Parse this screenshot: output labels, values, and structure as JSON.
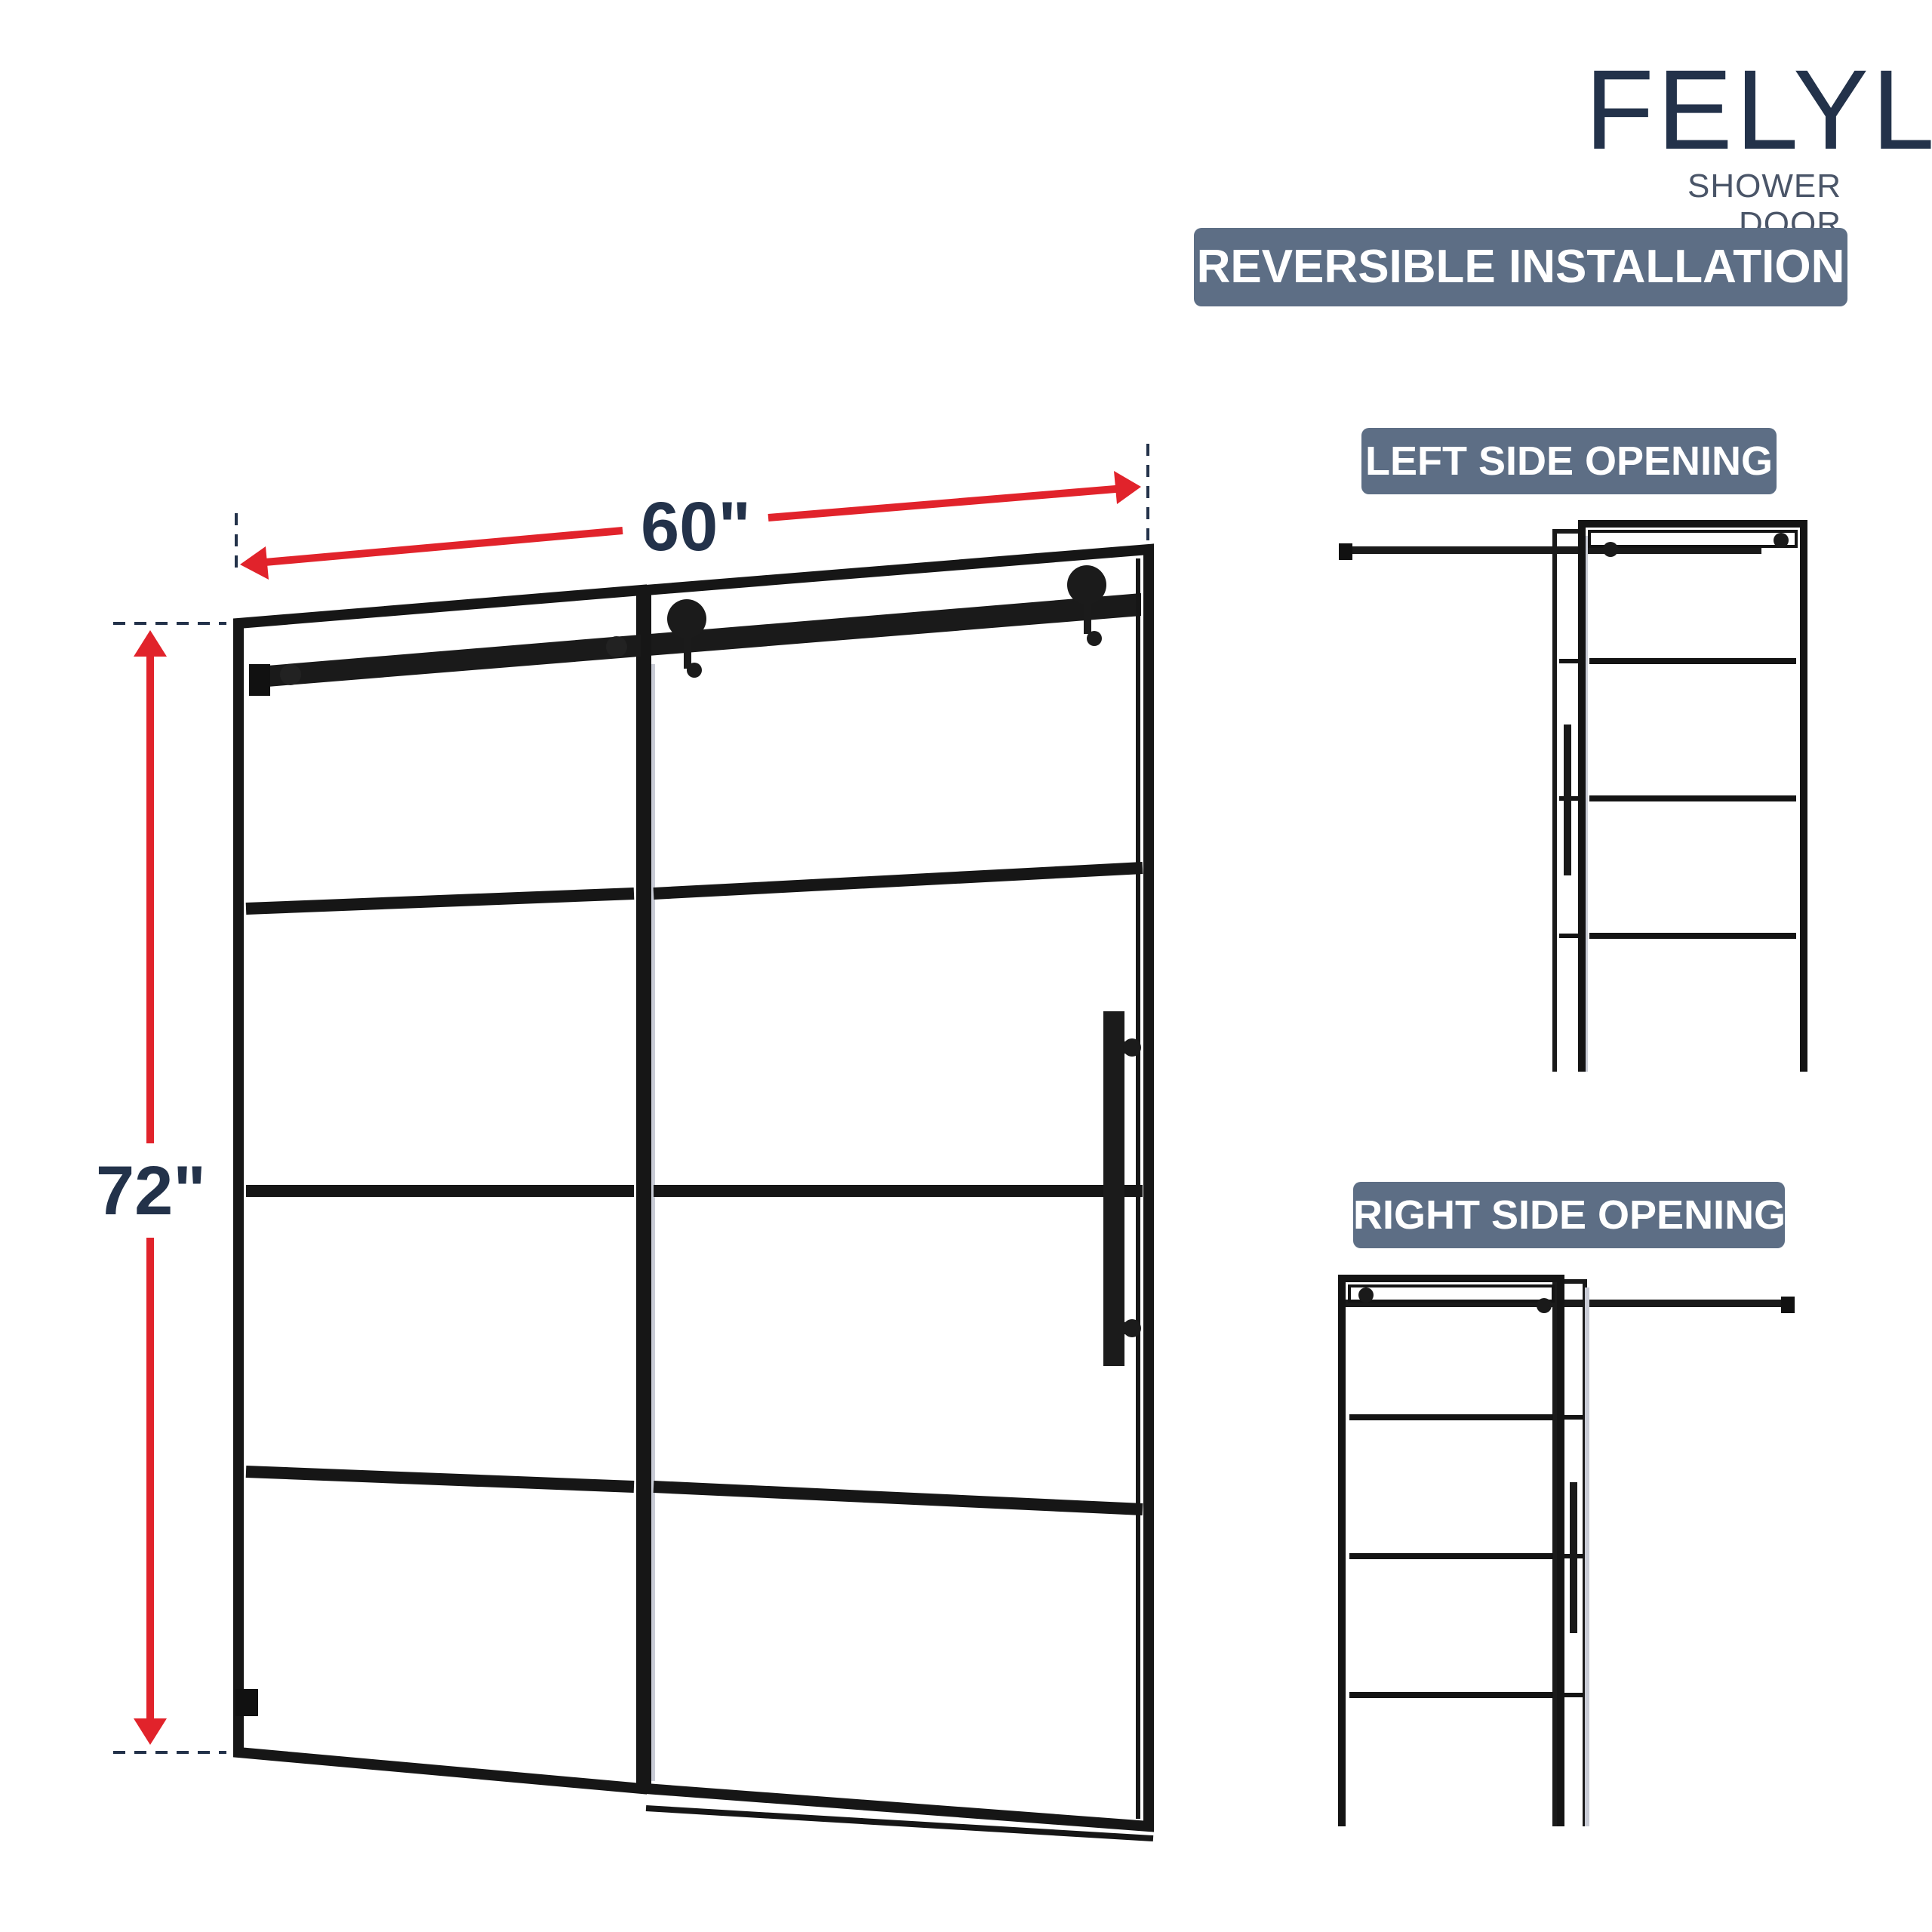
{
  "brand": {
    "name": "FELYL",
    "subtitle": "SHOWER DOOR"
  },
  "badges": {
    "installation": "REVERSIBLE INSTALLATION",
    "left_opening": "LEFT SIDE OPENING",
    "right_opening": "RIGHT SIDE OPENING"
  },
  "dimensions": {
    "width": "60\"",
    "height": "72\""
  },
  "colors": {
    "badge": "#5d6e85",
    "brand": "#23324a",
    "arrow": "#e1232b",
    "frame": "#141414"
  }
}
